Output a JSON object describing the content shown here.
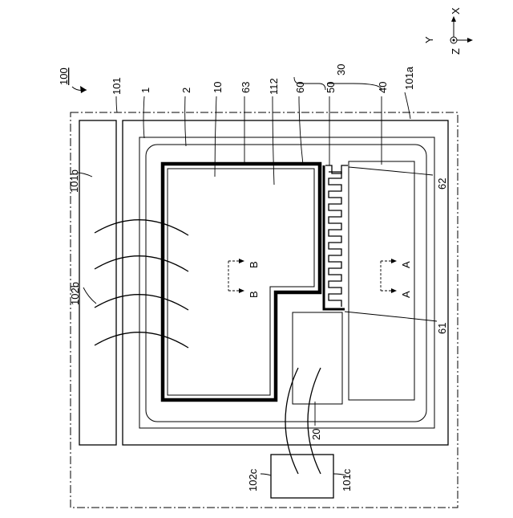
{
  "figure": {
    "labels": {
      "module_100": "100",
      "board_101": "101",
      "region_101a": "101a",
      "region_101b": "101b",
      "region_101c": "101c",
      "wave_102b": "102b",
      "wave_102c": "102c",
      "component_1": "1",
      "component_2": "2",
      "component_10": "10",
      "component_63": "63",
      "component_112": "112",
      "component_60": "60",
      "component_50": "50",
      "component_40": "40",
      "group_30": "30",
      "component_62": "62",
      "component_61": "61",
      "component_20": "20"
    },
    "sections": {
      "a_top": "A",
      "a_bottom": "A",
      "b_top": "B",
      "b_bottom": "B"
    },
    "axes": {
      "x": "X",
      "y": "Y",
      "z": "Z"
    }
  }
}
